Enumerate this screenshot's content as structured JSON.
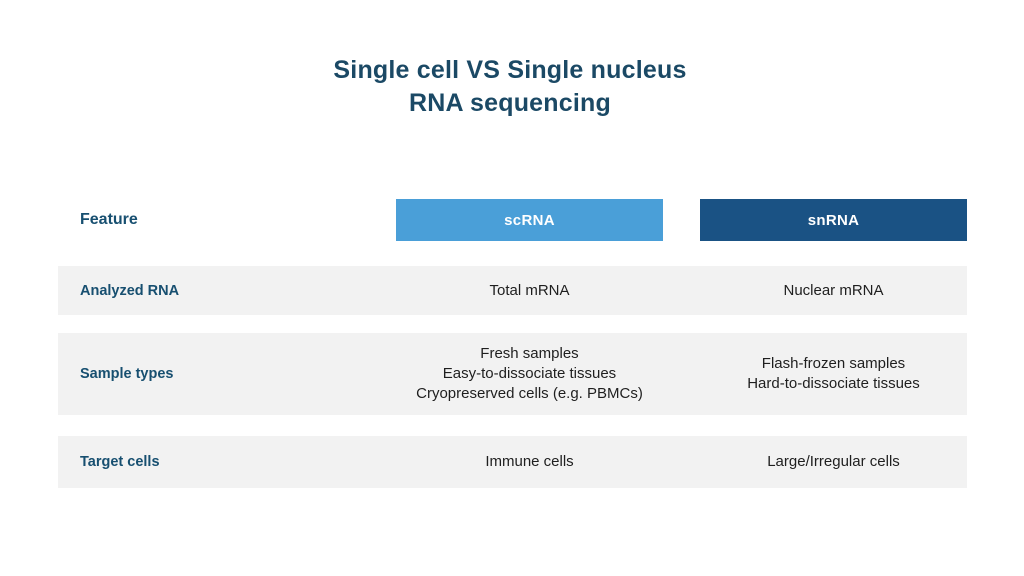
{
  "title": "Single cell VS Single nucleus\nRNA sequencing",
  "table": {
    "feature_header": "Feature",
    "columns": [
      {
        "label": "scRNA",
        "color": "#4a9fd8"
      },
      {
        "label": "snRNA",
        "color": "#1a5284"
      }
    ],
    "rows": [
      {
        "feature": "Analyzed RNA",
        "scrna": "Total mRNA",
        "snrna": "Nuclear mRNA"
      },
      {
        "feature": "Sample types",
        "scrna": "Fresh samples\nEasy-to-dissociate tissues\nCryopreserved cells (e.g. PBMCs)",
        "snrna": "Flash-frozen samples\nHard-to-dissociate tissues"
      },
      {
        "feature": "Target cells",
        "scrna": "Immune cells",
        "snrna": "Large/Irregular cells"
      }
    ]
  },
  "colors": {
    "title_text": "#1b4965",
    "feature_label_text": "#174f70",
    "row_background": "#f2f2f2",
    "value_text": "#1f1f1f"
  }
}
